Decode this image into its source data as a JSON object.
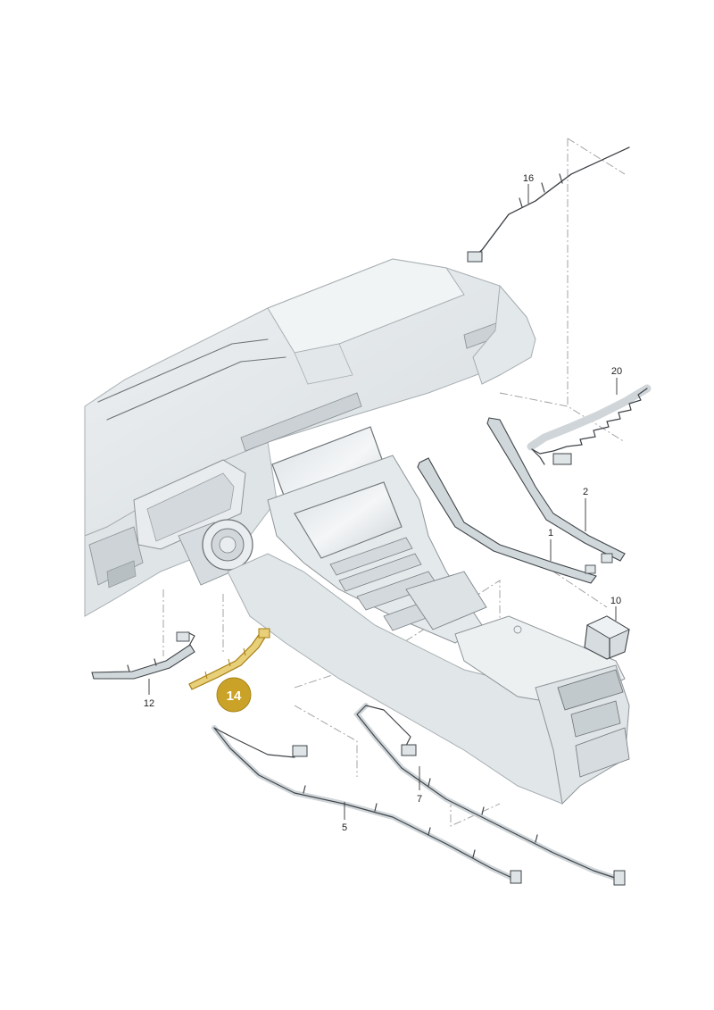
{
  "callouts": {
    "c16": "16",
    "c20": "20",
    "c2": "2",
    "c1": "1",
    "c10": "10",
    "c12": "12",
    "c14": "14",
    "c7": "7",
    "c5": "5"
  },
  "colors": {
    "highlight": "#c9a227",
    "part_fill": "#e4e8ea",
    "outline": "#6e7478",
    "dash": "#9a9a9a"
  }
}
